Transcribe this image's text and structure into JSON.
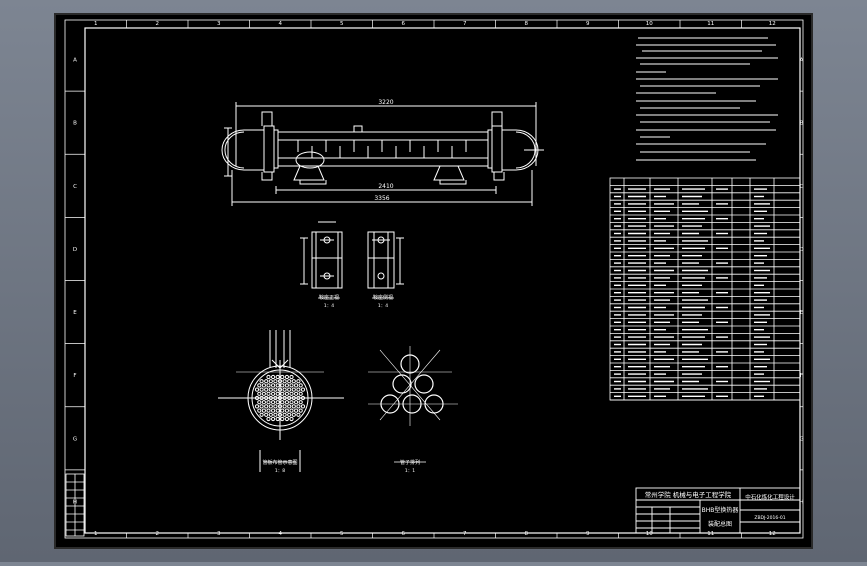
{
  "colors": {
    "background": "#6b7280",
    "sheet": "#000000",
    "lines": "#ffffff",
    "sheet_border": "#2a2a2a"
  },
  "zones": {
    "columns": [
      "1",
      "2",
      "3",
      "4",
      "5",
      "6",
      "7",
      "8",
      "9",
      "10",
      "11",
      "12"
    ],
    "rows": [
      "A",
      "B",
      "C",
      "D",
      "E",
      "F",
      "G",
      "H"
    ]
  },
  "views": {
    "main": {
      "dim_total": "3220",
      "dim_mid": "2410",
      "dim_lower": "3356"
    },
    "saddle_left": {
      "label": "鞍座正视",
      "scale": "1：4"
    },
    "saddle_right": {
      "label": "鞍座侧视",
      "scale": "1：4"
    },
    "tube_sheet": {
      "label": "管板布管示意图",
      "scale": "1：8"
    },
    "tube_layout": {
      "label": "管子排列",
      "scale": "1：1"
    }
  },
  "title_block": {
    "school": "常州学院",
    "dept": "机械与电子工程学院",
    "drawing_name": "BHB型换热器",
    "drawing_type": "装配总图",
    "drawing_no": "ZBDJ-2016-01",
    "company": "中石化炼化工程设计"
  }
}
